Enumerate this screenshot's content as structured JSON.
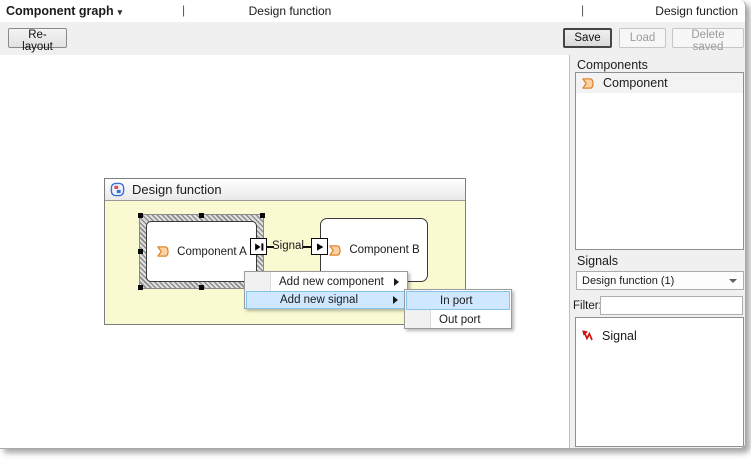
{
  "colors": {
    "toolbar_bg": "#f0f0f0",
    "canvas_container_bg": "#fafad2",
    "menu_highlight_bg": "#cfe8ff",
    "menu_highlight_border": "#84c3ea",
    "component_icon_fill": "#fbd3a2",
    "component_icon_stroke": "#e0862e",
    "signal_icon_color": "#d40f0f"
  },
  "icons": {
    "app_menu_caret": "chevron-down",
    "design_function": "diagram-function-icon",
    "component": "orange-tag-icon",
    "signal": "red-zigzag-arrow-icon",
    "out_port": "play-to-bar-glyph",
    "in_port": "play-glyph",
    "submenu_arrow": "right-triangle",
    "combobox": "chevron-down"
  },
  "menubar": {
    "app_menu": "Component graph",
    "caret": "▾",
    "separator1": "|",
    "center_title": "Design function",
    "separator2": "|",
    "right_title": "Design function"
  },
  "toolbar": {
    "relayout_label": "Re-layout",
    "save_label": "Save",
    "load_label": "Load",
    "delete_saved_label": "Delete saved"
  },
  "canvas": {
    "container_title": "Design function",
    "component_a_label": "Component A",
    "component_b_label": "Component B",
    "signal_label": "Signal",
    "context_menu": {
      "items": [
        {
          "label": "Add new component",
          "highlighted": false
        },
        {
          "label": "Add new signal",
          "highlighted": true
        }
      ]
    },
    "submenu": {
      "items": [
        {
          "label": "In port",
          "highlighted": true
        },
        {
          "label": "Out port",
          "highlighted": false
        }
      ]
    }
  },
  "sidebar": {
    "components_header": "Components",
    "components_list": [
      {
        "label": "Component"
      }
    ],
    "signals_header": "Signals",
    "scope_select_value": "Design function (1)",
    "filter_label": "Filter:",
    "filter_value": "",
    "signals_list": [
      {
        "label": "Signal"
      }
    ]
  }
}
